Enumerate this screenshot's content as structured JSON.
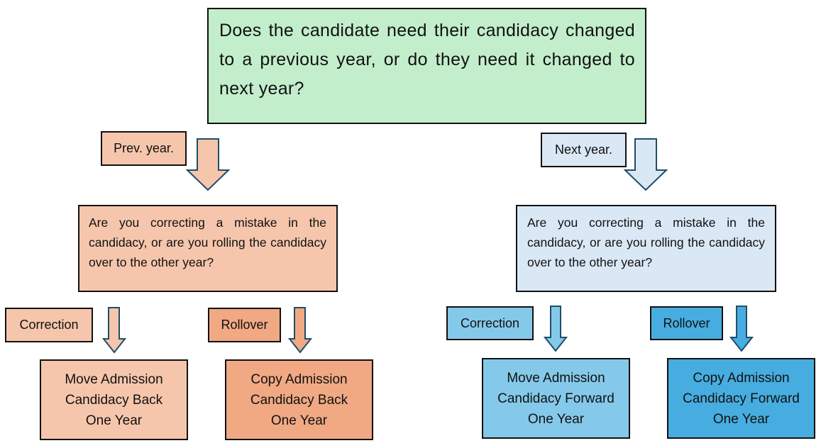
{
  "colors": {
    "root_fill": "#c2eecb",
    "prev_light": "#f6c6ac",
    "prev_dark": "#f1a983",
    "next_pale": "#dae8f6",
    "next_mid": "#85c9ea",
    "next_dark": "#47ade0",
    "arrow_stroke": "#1f4e68",
    "border": "#111111"
  },
  "root": {
    "question": "Does the candidate need their candidacy changed to a previous year, or do they need it changed to next year?"
  },
  "branches": {
    "prev": {
      "label": "Prev. year.",
      "question": "Are you correcting a mistake in the candidacy, or are you rolling the candidacy over to the other year?",
      "options": [
        {
          "label": "Correction",
          "result": [
            "Move Admission",
            "Candidacy Back",
            "One Year"
          ]
        },
        {
          "label": "Rollover",
          "result": [
            "Copy Admission",
            "Candidacy Back",
            "One Year"
          ]
        }
      ]
    },
    "next": {
      "label": "Next year.",
      "question": "Are you correcting a mistake in the candidacy, or are you rolling the candidacy over to the other year?",
      "options": [
        {
          "label": "Correction",
          "result": [
            "Move Admission",
            "Candidacy Forward",
            "One Year"
          ]
        },
        {
          "label": "Rollover",
          "result": [
            "Copy Admission",
            "Candidacy Forward",
            "One Year"
          ]
        }
      ]
    }
  }
}
